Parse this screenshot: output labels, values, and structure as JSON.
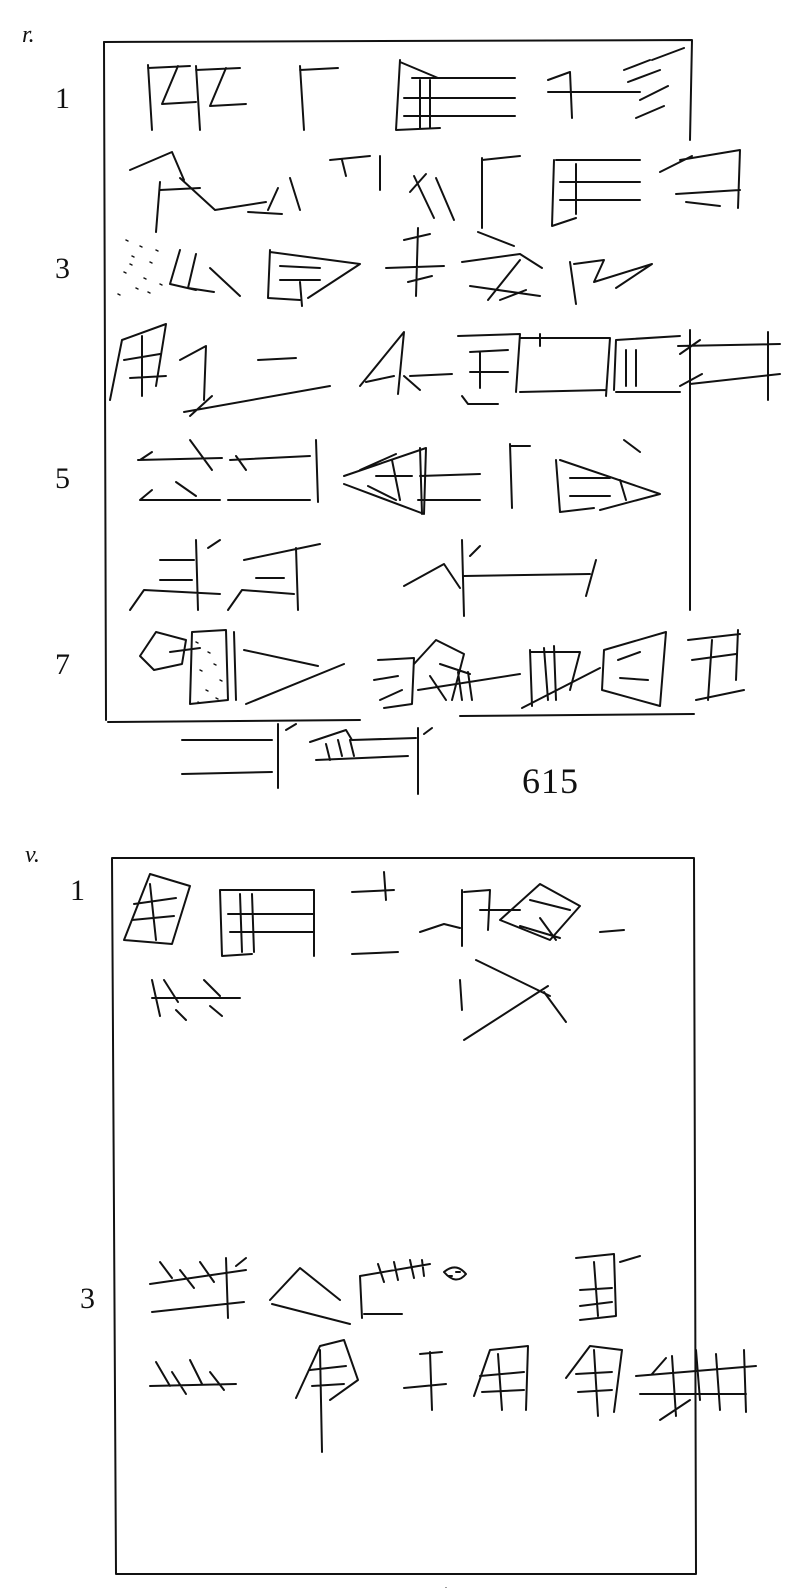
{
  "tablet_number": "615",
  "obverse": {
    "side_label": "r.",
    "line_numbers": [
      "1",
      "3",
      "5",
      "7"
    ]
  },
  "reverse": {
    "side_label": "v.",
    "line_numbers": [
      "1",
      "3"
    ]
  }
}
